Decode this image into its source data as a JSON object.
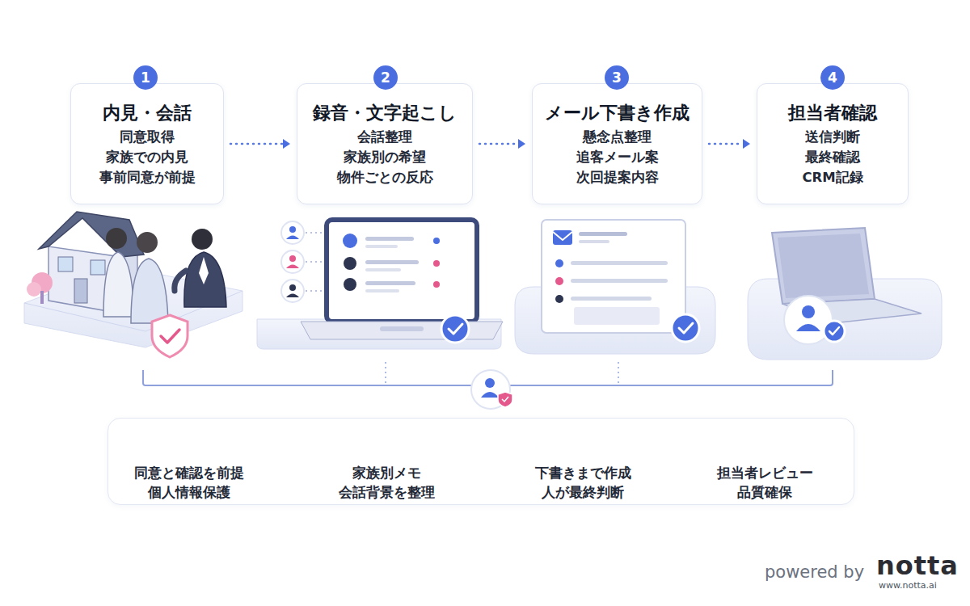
{
  "diagram": {
    "nodes": [
      {
        "text": [
          "1"
        ]
      },
      {
        "text": [
          "内見・会話",
          "同意取得",
          "家族での内見",
          "事前同意が前提"
        ]
      },
      {
        "text": [
          "2"
        ]
      },
      {
        "text": [
          "録音・文字起こし",
          "会話整理",
          "家族別の希望",
          "物件ごとの反応"
        ]
      },
      {
        "text": [
          "3"
        ]
      },
      {
        "text": [
          "メール下書き作成",
          "懸念点整理",
          "追客メール案",
          "次回提案内容"
        ]
      },
      {
        "text": [
          "4"
        ]
      },
      {
        "text": [
          "担当者確認",
          "送信判断",
          "最終確認",
          "CRM記録"
        ]
      },
      {
        "text": []
      },
      {
        "text": [
          "同意と確認を前提",
          "個人情報保護"
        ],
        "in": 8
      },
      {
        "text": [
          "家族別メモ",
          "会話背景を整理"
        ],
        "in": 8
      },
      {
        "text": [
          "下書きまで作成",
          "人が最終判断"
        ],
        "in": 8
      },
      {
        "text": [
          "担当者レビュー",
          "品質確保"
        ],
        "in": 8
      }
    ],
    "edges": [
      {
        "from": 1,
        "to": 3,
        "arrow": "to"
      },
      {
        "from": 3,
        "to": 5,
        "arrow": "to"
      },
      {
        "from": 5,
        "to": 7,
        "arrow": "to"
      }
    ],
    "labels": [
      "powered by",
      "notta",
      "www.notta.ai"
    ]
  }
}
